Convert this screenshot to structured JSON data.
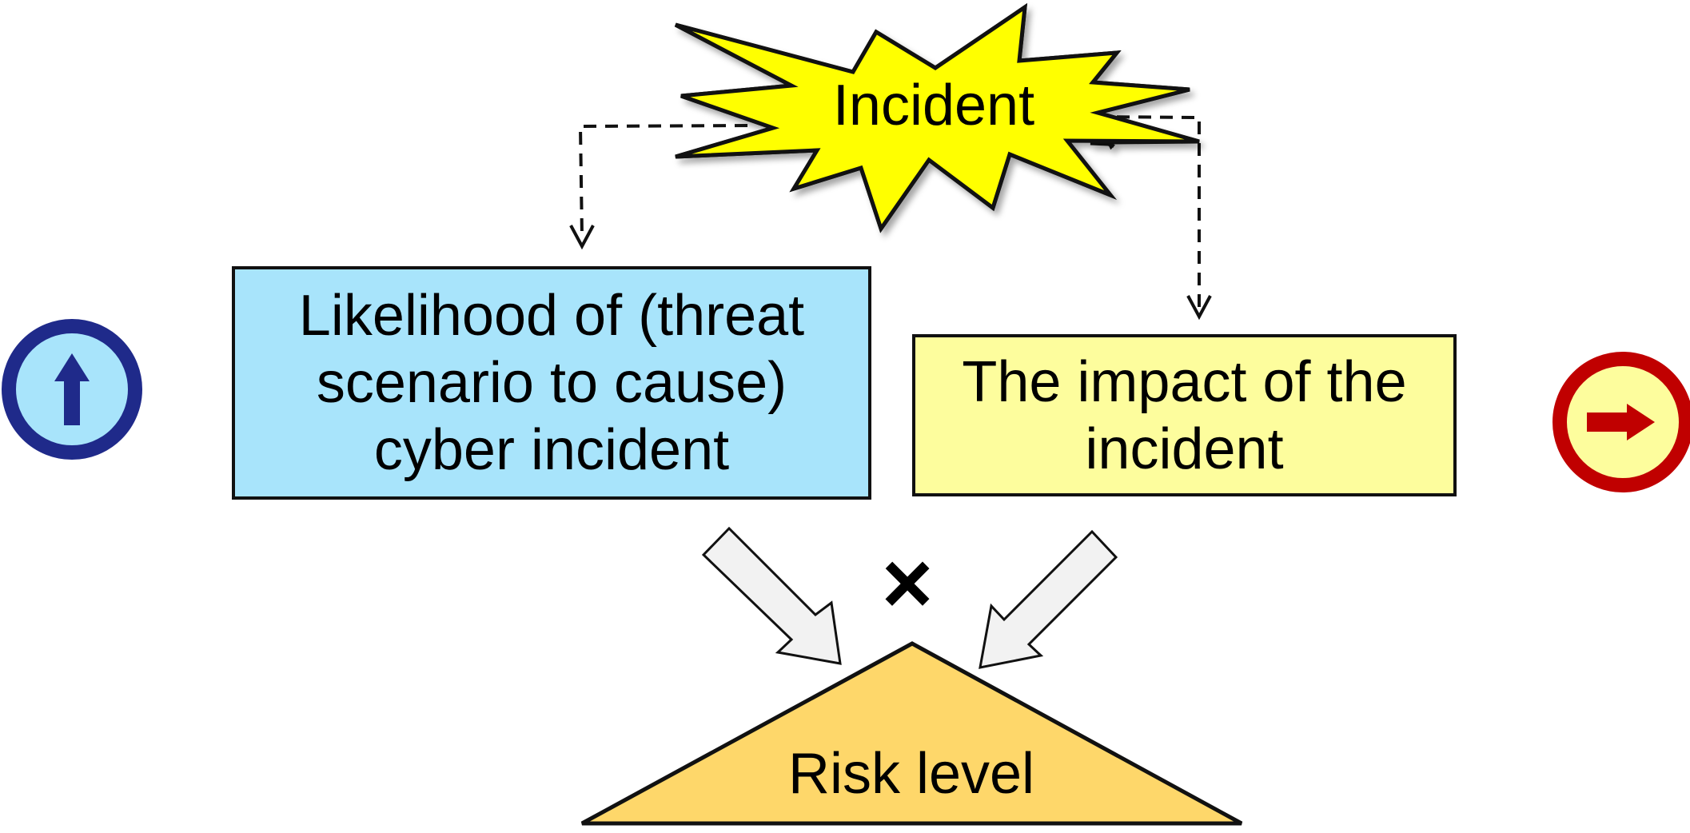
{
  "diagram": {
    "incident": "Incident",
    "likelihood": {
      "line1": "Likelihood of (threat",
      "line2": "scenario to cause)",
      "line3": "cyber incident"
    },
    "impact": {
      "line1": "The impact of the",
      "line2": "incident"
    },
    "operator": "×",
    "result": "Risk level"
  },
  "colors": {
    "incident_fill": "#ffff00",
    "likelihood_fill": "#a8e4fb",
    "impact_fill": "#fdfd9d",
    "risk_fill": "#fed76a",
    "arrow_fill": "#f2f2f2",
    "up_indicator_ring": "#1f2a8a",
    "up_indicator_fill": "#a8e4fb",
    "right_indicator_ring": "#c00000",
    "right_indicator_fill": "#fdfd9d"
  },
  "icons": {
    "left_indicator": "up-arrow-circle-icon",
    "right_indicator": "right-arrow-circle-icon",
    "flow_arrows": "diagonal-down-arrow-icon"
  }
}
